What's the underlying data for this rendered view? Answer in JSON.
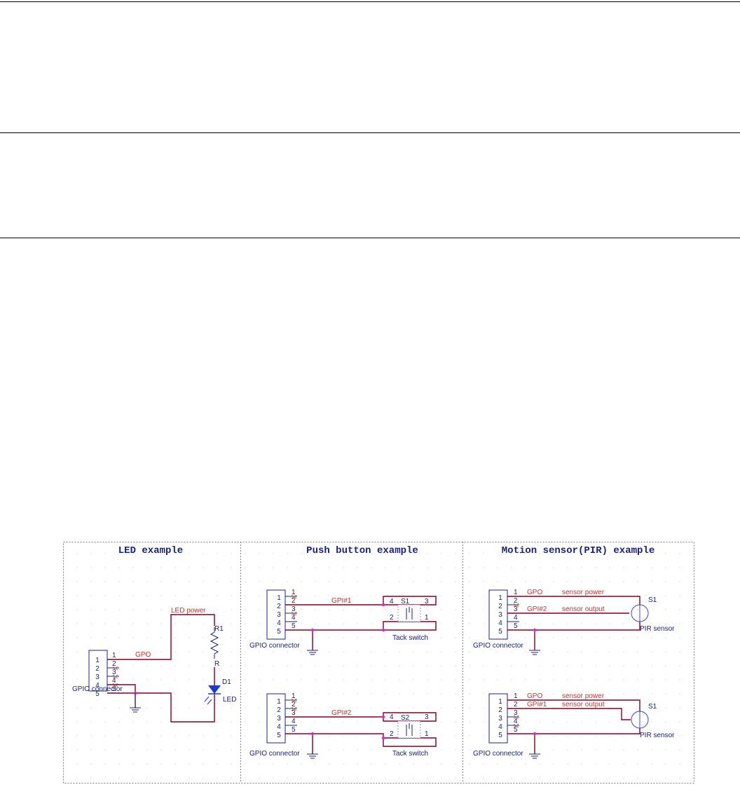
{
  "panels": [
    {
      "title": "LED example",
      "connector_label": "GPIO connector",
      "pins": [
        "1",
        "2",
        "3",
        "4",
        "5"
      ],
      "net_gpo": "GPO",
      "net_led_power": "LED power",
      "resistor_ref": "R1",
      "resistor_value": "R",
      "diode_ref": "D1",
      "diode_value": "LED"
    },
    {
      "title": "Push button example",
      "circuits": [
        {
          "connector_label": "GPIO connector",
          "net": "GPI#1",
          "switch_ref": "S1",
          "switch_label": "Tack switch",
          "sw_pins": [
            "4",
            "3",
            "2",
            "1"
          ]
        },
        {
          "connector_label": "GPIO connector",
          "net": "GPI#2",
          "switch_ref": "S2",
          "switch_label": "Tack switch",
          "sw_pins": [
            "4",
            "3",
            "2",
            "1"
          ]
        }
      ]
    },
    {
      "title": "Motion sensor(PIR) example",
      "circuits": [
        {
          "connector_label": "GPIO connector",
          "net_gpo": "GPO",
          "net_gpi": "GPI#2",
          "sig_power": "sensor power",
          "sig_output": "sensor output",
          "sensor_ref": "S1",
          "sensor_label": "PIR sensor"
        },
        {
          "connector_label": "GPIO connector",
          "net_gpo": "GPO",
          "net_gpi": "GPI#1",
          "sig_power": "sensor power",
          "sig_output": "sensor output",
          "sensor_ref": "S1",
          "sensor_label": "PIR sensor"
        }
      ]
    }
  ]
}
